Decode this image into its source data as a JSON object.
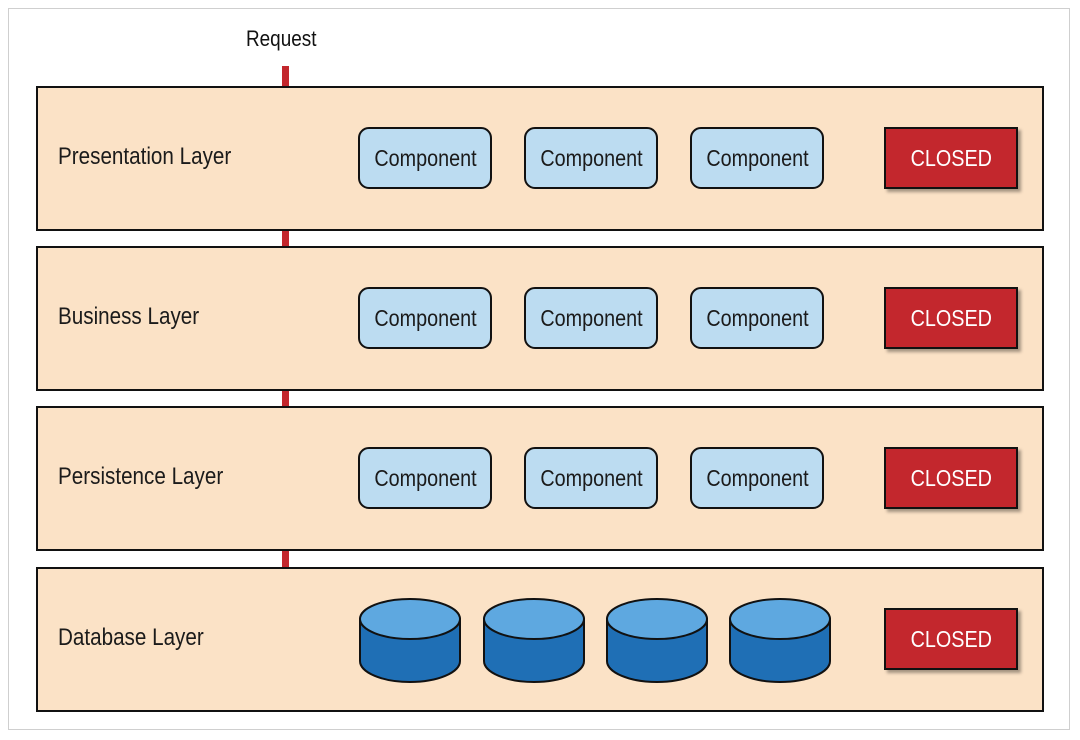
{
  "request": {
    "label": "Request"
  },
  "layers": [
    {
      "label": "Presentation Layer",
      "items": [
        "Component",
        "Component",
        "Component"
      ],
      "status": "CLOSED"
    },
    {
      "label": "Business Layer",
      "items": [
        "Component",
        "Component",
        "Component"
      ],
      "status": "CLOSED"
    },
    {
      "label": "Persistence Layer",
      "items": [
        "Component",
        "Component",
        "Component"
      ],
      "status": "CLOSED"
    },
    {
      "label": "Database Layer",
      "databases": 4,
      "status": "CLOSED"
    }
  ],
  "colors": {
    "layer_fill": "#fbe2c6",
    "component_fill": "#bcdcf1",
    "closed_fill": "#c3272d",
    "arrow": "#c3272d",
    "database": "#1f6fb5"
  },
  "icons": {
    "arrow": "down-arrow-icon",
    "database": "database-cylinder-icon"
  }
}
